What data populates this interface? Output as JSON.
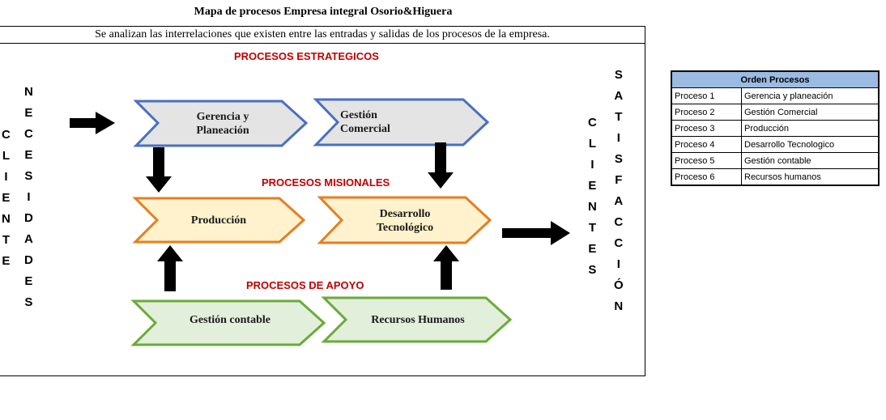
{
  "title": "Mapa de procesos Empresa integral Osorio&Higuera",
  "subtitle": "Se analizan las interrelaciones que existen entre las entradas y salidas de los procesos de la empresa.",
  "sections": {
    "strategic": "PROCESOS ESTRATEGICOS",
    "missional": "PROCESOS MISIONALES",
    "support": "PROCESOS DE APOYO"
  },
  "boxes": {
    "gerencia": "Gerencia y\nPlaneación",
    "gestion_comercial": "Gestión\nComercial",
    "produccion": "Producción",
    "desarrollo": "Desarrollo\nTecnológico",
    "gestion_contable": "Gestión contable",
    "recursos_humanos": "Recursos Humanos"
  },
  "side_words": {
    "cliente": [
      "C",
      "L",
      "I",
      "E",
      "N",
      "T",
      "E"
    ],
    "necesidades": [
      "N",
      "E",
      "C",
      "E",
      "S",
      "I",
      "D",
      "A",
      "D",
      "E",
      "S"
    ],
    "clientes": [
      "C",
      "L",
      "I",
      "E",
      "N",
      "T",
      "E",
      "S"
    ],
    "satisfaccion": [
      "S",
      "A",
      "T",
      "I",
      "S",
      "F",
      "A",
      "C",
      "C",
      "I",
      "Ó",
      "N"
    ]
  },
  "colors": {
    "strategic_border": "#4a6fc2",
    "strategic_fill": "#e4e4e4",
    "missional_border": "#e67e22",
    "missional_fill": "#fff2cc",
    "support_border": "#6aaa3a",
    "support_fill": "#e2efda",
    "section_label": "#c00000",
    "table_header": "#9bbbe3"
  },
  "order_table": {
    "header": "Orden Procesos",
    "rows": [
      {
        "id": "Proceso 1",
        "name": "Gerencia y planeación"
      },
      {
        "id": "Proceso 2",
        "name": "Gestión Comercial"
      },
      {
        "id": "Proceso 3",
        "name": "Producción"
      },
      {
        "id": "Proceso 4",
        "name": "Desarrollo Tecnologico"
      },
      {
        "id": "Proceso 5",
        "name": "Gestión contable"
      },
      {
        "id": "Proceso 6",
        "name": "Recursos humanos"
      }
    ]
  }
}
